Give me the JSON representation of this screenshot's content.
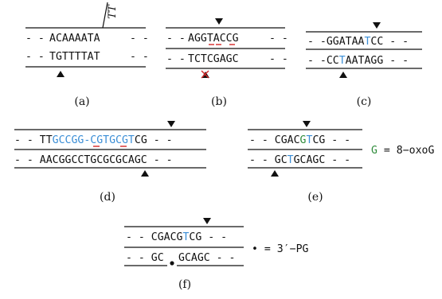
{
  "colors": {
    "text": "#111111",
    "blue": "#3b8ed6",
    "green": "#2e8b3a",
    "red": "#d62728"
  },
  "panels": {
    "a": {
      "caption": "(a)",
      "top_seq": "ACAAAATA",
      "bottom_seq": "TGTTTTAT",
      "dimer_label": "TT"
    },
    "b": {
      "caption": "(b)",
      "top_seq": "AGGTACCG",
      "bottom_seq": "TCTCGAGC"
    },
    "c": {
      "caption": "(c)",
      "top_1": "GGATAA",
      "top_blue": "T",
      "top_2": "CC",
      "bot_1": "CC",
      "bot_blue": "T",
      "bot_2": "AATAGG"
    },
    "d": {
      "caption": "(d)",
      "top_1": "TT",
      "top_blue": "GCCGG-CGTGCGT",
      "top_2": "CG",
      "bottom_seq": "AACGGCCTGCGCGCAGC"
    },
    "e": {
      "caption": "(e)",
      "top_1": "CGAC",
      "top_green": "G",
      "top_blue": "T",
      "top_2": "CG",
      "bot_1": "GC",
      "bot_blue": "T",
      "bot_2": "GCAGC",
      "legend_G": "G",
      "legend_eq": " = 8−oxoG"
    },
    "f": {
      "caption": "(f)",
      "top_1": "CGACG",
      "top_blue": "T",
      "top_2": "CG",
      "bot_left": "GC",
      "bot_right": "GCAGC",
      "legend_dot": "•",
      "legend_eq": " = 3′−PG"
    }
  }
}
